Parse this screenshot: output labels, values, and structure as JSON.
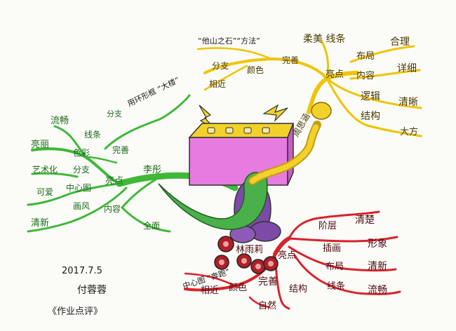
{
  "colors": {
    "green": "#3fb838",
    "yellow": "#f0c400",
    "red": "#d8232a",
    "battery_top": "#f2d22a",
    "battery_body": "#e77be0",
    "snake": "#49b04a",
    "robot": "#7d4aa8"
  },
  "icons": [
    "lightning-bolt-icon",
    "lightning-bolt-icon",
    "battery-icon",
    "rubber-ball-icon"
  ],
  "green_branch": {
    "center": "李彤",
    "hub": "亮点",
    "flowing": "流畅",
    "line": "线条",
    "bright": "亮丽",
    "color": "色彩",
    "perfect": "完善",
    "branch": "分支",
    "quote": "用环形框 “大楼”",
    "artistic": "艺术化",
    "branch2": "分支",
    "cute": "可爱",
    "center_image": "中心图",
    "fresh": "清新",
    "style": "画风",
    "content": "内容",
    "complete": "全面"
  },
  "yellow_branch": {
    "center": "周思涵",
    "hub": "亮点",
    "stone_words": "“他山之石”“方法”",
    "soft": "柔美 线条",
    "branch": "分支",
    "color": "颜色",
    "perfect": "完善",
    "close": "相近",
    "layout": "布局",
    "reasonable": "合理",
    "content": "内容",
    "detailed": "详细",
    "logic": "逻辑",
    "clear": "清晰",
    "structure": "结构",
    "generous": "大方"
  },
  "red_branch": {
    "center": "林雨莉",
    "hub": "亮点",
    "center_image_note": "中心图 “奔跑”",
    "color": "颜色",
    "perfect": "完善",
    "close": "相近",
    "natural": "自然",
    "structure": "结构",
    "level": "阶层",
    "clear": "清楚",
    "illustration": "插画",
    "vivid": "形象",
    "layout": "布局",
    "fresh": "清新",
    "line": "线条",
    "smooth": "流畅"
  },
  "footer": {
    "date": "2017.7.5",
    "author": "付蓉蓉",
    "title": "《作业点评》"
  }
}
